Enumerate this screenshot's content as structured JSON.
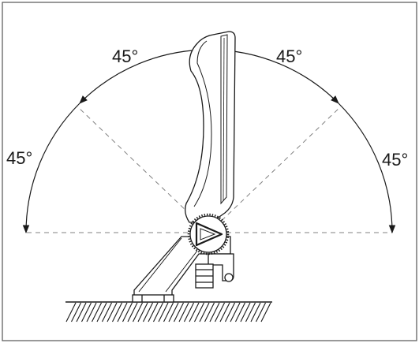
{
  "diagram": {
    "angle_labels": {
      "upper_left": "45°",
      "upper_right": "45°",
      "side_left": "45°",
      "side_right": "45°"
    },
    "colors": {
      "line": "#1a1a1a",
      "dashed": "#808080",
      "frame": "#555555",
      "background": "#ffffff"
    },
    "icons": [
      "tilt-knob-icon",
      "ground-hatch-icon"
    ]
  }
}
